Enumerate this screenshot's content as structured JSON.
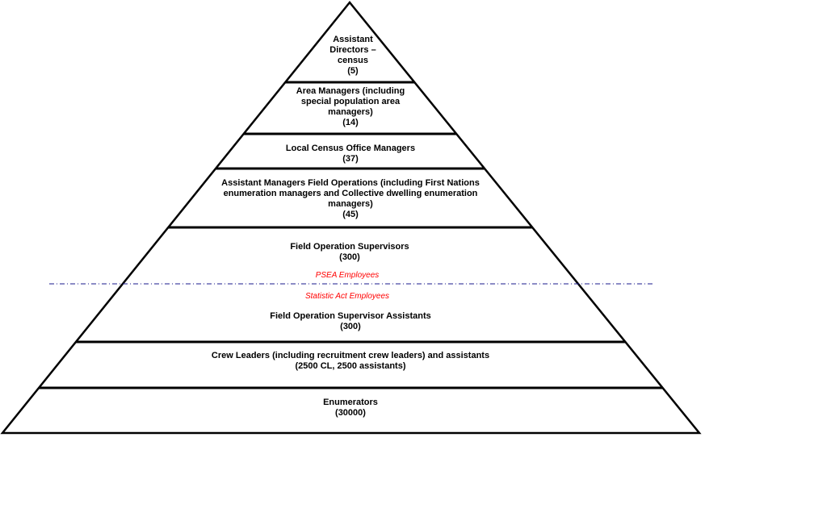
{
  "diagram": {
    "type": "pyramid",
    "tiers": [
      {
        "title": "Assistant Directors – census",
        "count": "(5)"
      },
      {
        "title": "Area Managers (including special population area managers)",
        "count": "(14)"
      },
      {
        "title": "Local Census Office Managers",
        "count": "(37)"
      },
      {
        "title": "Assistant Managers Field Operations (including First Nations enumeration managers and Collective dwelling enumeration managers)",
        "count": "(45)"
      },
      {
        "title": "Field Operation Supervisors",
        "count": "(300)"
      },
      {
        "title": "Field Operation Supervisor Assistants",
        "count": "(300)"
      },
      {
        "title": "Crew Leaders (including recruitment crew leaders) and assistants",
        "count": "(2500 CL, 2500 assistants)"
      },
      {
        "title": "Enumerators",
        "count": "(30000)"
      }
    ],
    "boundary": {
      "above_label": "PSEA Employees",
      "below_label": "Statistic Act Employees",
      "label_color": "#ff0000",
      "line_color": "#1a1a8c"
    },
    "line_color": "#000000"
  }
}
